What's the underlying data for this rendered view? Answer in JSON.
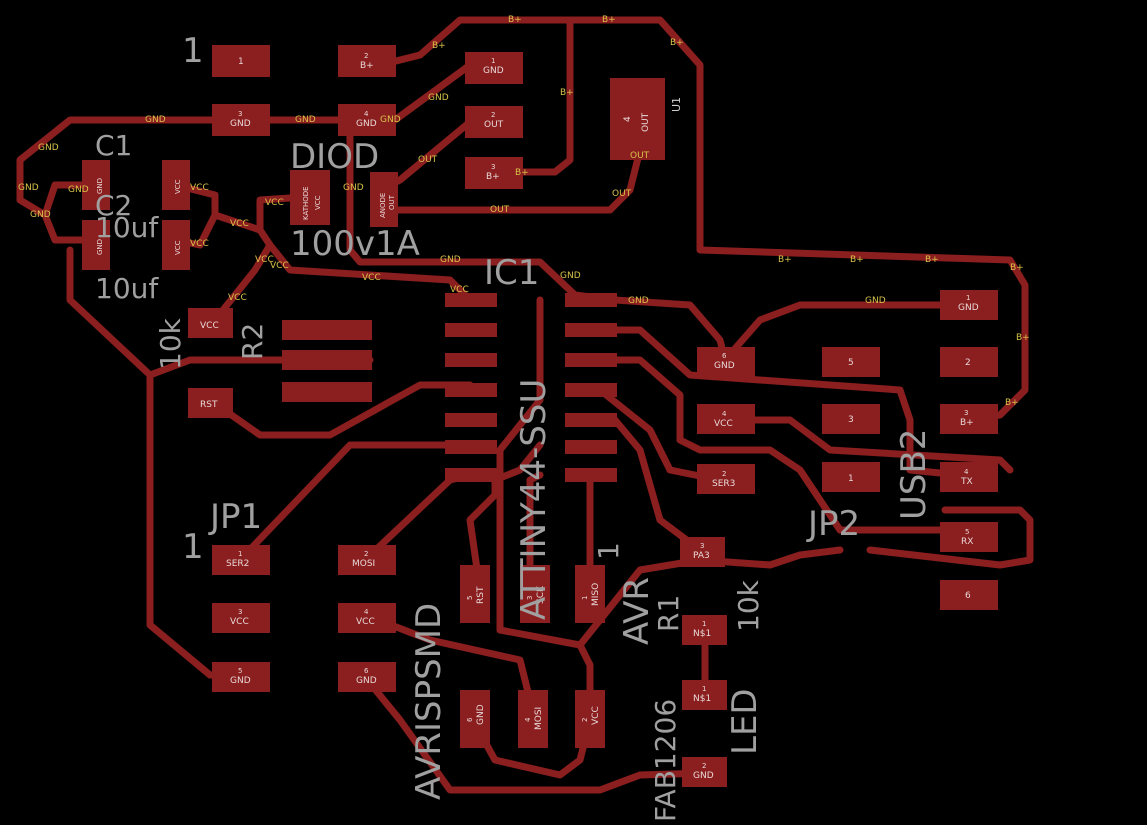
{
  "colors": {
    "background": "#000000",
    "copper": "#8b1e1e",
    "silkscreen": "#a0a0a0",
    "net_text": "#d9c34a"
  },
  "silk_labels": {
    "top_one": "1",
    "c1": "C1",
    "c2": "C2",
    "c1_val": "10uf",
    "c2_val": "10uf",
    "diod": "DIOD",
    "diod_val": "100v1A",
    "ic1": "IC1",
    "ic1_part": "ATTINY44-SSU",
    "r2": "R2",
    "r2_val": "10k",
    "jp1": "JP1",
    "jp1_one": "1",
    "jp2": "JP2",
    "usb2": "USB2",
    "avrispsmd": "AVRISPSMD",
    "avr": "AVR",
    "avr_one": "1",
    "r1": "R1",
    "r1_val": "10k",
    "led": "LED",
    "fab": "FAB1206",
    "u1": "U1"
  },
  "pads": [
    {
      "num": "1",
      "name": ""
    },
    {
      "num": "2",
      "name": "B+"
    },
    {
      "num": "1",
      "name": "GND"
    },
    {
      "num": "3",
      "name": "GND"
    },
    {
      "num": "4",
      "name": "GND"
    },
    {
      "num": "2",
      "name": "OUT"
    },
    {
      "num": "3",
      "name": "B+"
    },
    {
      "num": "4",
      "name": "OUT"
    },
    {
      "num": "2",
      "name": "GND"
    },
    {
      "num": "1",
      "name": "GND"
    },
    {
      "num": "2",
      "name": "VCC"
    },
    {
      "num": "1",
      "name": "VCC"
    },
    {
      "num": "",
      "name": "KATHODE"
    },
    {
      "num": "",
      "name": "VCC"
    },
    {
      "num": "",
      "name": "ANODE"
    },
    {
      "num": "",
      "name": "OUT"
    },
    {
      "num": "1",
      "name": "VCC"
    },
    {
      "num": "2",
      "name": "RST"
    },
    {
      "num": "1",
      "name": "GND"
    },
    {
      "num": "6",
      "name": "GND"
    },
    {
      "num": "5",
      "name": ""
    },
    {
      "num": "2",
      "name": ""
    },
    {
      "num": "4",
      "name": "VCC"
    },
    {
      "num": "3",
      "name": ""
    },
    {
      "num": "3",
      "name": "B+"
    },
    {
      "num": "1",
      "name": ""
    },
    {
      "num": "4",
      "name": "TX"
    },
    {
      "num": "2",
      "name": "SER3"
    },
    {
      "num": "5",
      "name": "RX"
    },
    {
      "num": "6",
      "name": ""
    },
    {
      "num": "1",
      "name": "SER2"
    },
    {
      "num": "2",
      "name": "MOSI"
    },
    {
      "num": "3",
      "name": "VCC"
    },
    {
      "num": "4",
      "name": "VCC"
    },
    {
      "num": "5",
      "name": "GND"
    },
    {
      "num": "6",
      "name": "GND"
    },
    {
      "num": "5",
      "name": "RST"
    },
    {
      "num": "3",
      "name": "SCK"
    },
    {
      "num": "1",
      "name": "MISO"
    },
    {
      "num": "3",
      "name": "PA3"
    },
    {
      "num": "1",
      "name": "N$1"
    },
    {
      "num": "1",
      "name": "N$1"
    },
    {
      "num": "2",
      "name": "GND"
    },
    {
      "num": "6",
      "name": "GND"
    },
    {
      "num": "4",
      "name": "MOSI"
    },
    {
      "num": "2",
      "name": "VCC"
    }
  ],
  "net_labels": [
    "B+",
    "GND",
    "VCC",
    "OUT"
  ]
}
